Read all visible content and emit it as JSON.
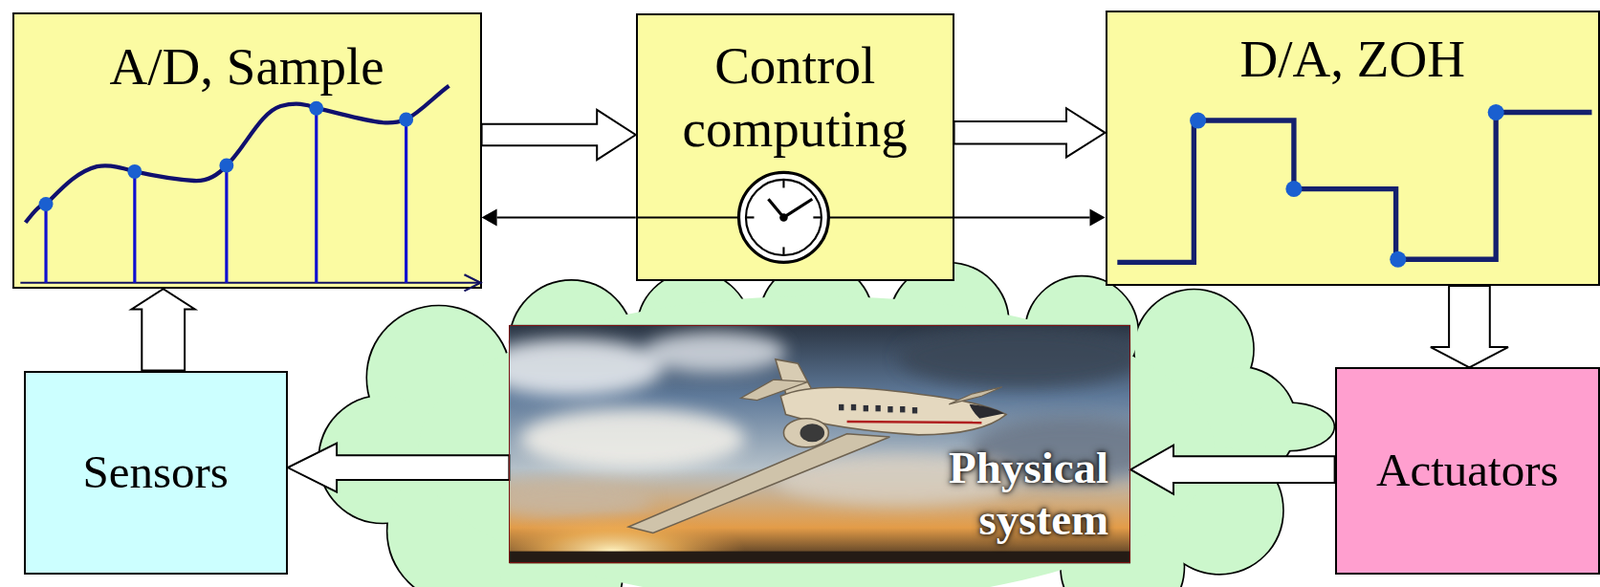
{
  "diagram": {
    "nodes": [
      {
        "text": [
          "A/D, Sample"
        ]
      },
      {
        "text": [
          "Control computing"
        ]
      },
      {
        "text": [
          "D/A, ZOH"
        ]
      },
      {
        "text": [
          "Sensors"
        ]
      },
      {
        "text": [
          "Physical system"
        ]
      },
      {
        "text": [
          "Actuators"
        ]
      }
    ],
    "edges": [
      {
        "from": 0,
        "to": 1,
        "arrow": "to"
      },
      {
        "from": 1,
        "to": 2,
        "arrow": "to"
      },
      {
        "from": 1,
        "to": 0,
        "arrow": "to"
      },
      {
        "from": 1,
        "to": 2,
        "arrow": "to"
      },
      {
        "from": 2,
        "to": 5,
        "arrow": "to"
      },
      {
        "from": 5,
        "to": 4,
        "arrow": "to"
      },
      {
        "from": 4,
        "to": 3,
        "arrow": "to"
      },
      {
        "from": 3,
        "to": 0,
        "arrow": "to"
      }
    ]
  }
}
